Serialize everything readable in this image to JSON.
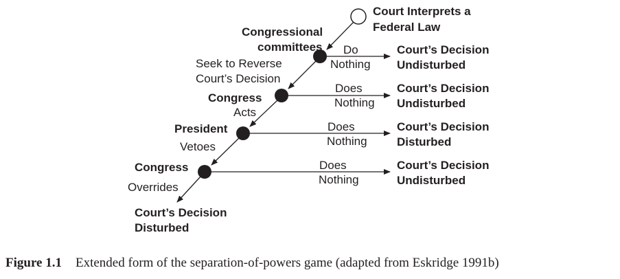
{
  "diagram": {
    "start": [
      "Court Interprets a",
      "Federal Law"
    ],
    "nodes": [
      {
        "player": [
          "Congressional",
          "committees"
        ],
        "move": [
          "Seek to Reverse",
          "Court’s Decision"
        ],
        "alt": [
          "Do",
          "Nothing"
        ],
        "outcome": [
          "Court’s Decision",
          "Undisturbed"
        ]
      },
      {
        "player": [
          "Congress"
        ],
        "move": [
          "Acts"
        ],
        "alt": [
          "Does",
          "Nothing"
        ],
        "outcome": [
          "Court’s Decision",
          "Undisturbed"
        ]
      },
      {
        "player": [
          "President"
        ],
        "move": [
          "Vetoes"
        ],
        "alt": [
          "Does",
          "Nothing"
        ],
        "outcome": [
          "Court’s Decision",
          "Disturbed"
        ]
      },
      {
        "player": [
          "Congress"
        ],
        "move": [
          "Overrides"
        ],
        "alt": [
          "Does",
          "Nothing"
        ],
        "outcome": [
          "Court’s Decision",
          "Undisturbed"
        ]
      }
    ],
    "final": [
      "Court’s Decision",
      "Disturbed"
    ]
  },
  "caption": {
    "label": "Figure 1.1",
    "text": "Extended form of the separation-of-powers game (adapted from Eskridge 1991b)"
  }
}
